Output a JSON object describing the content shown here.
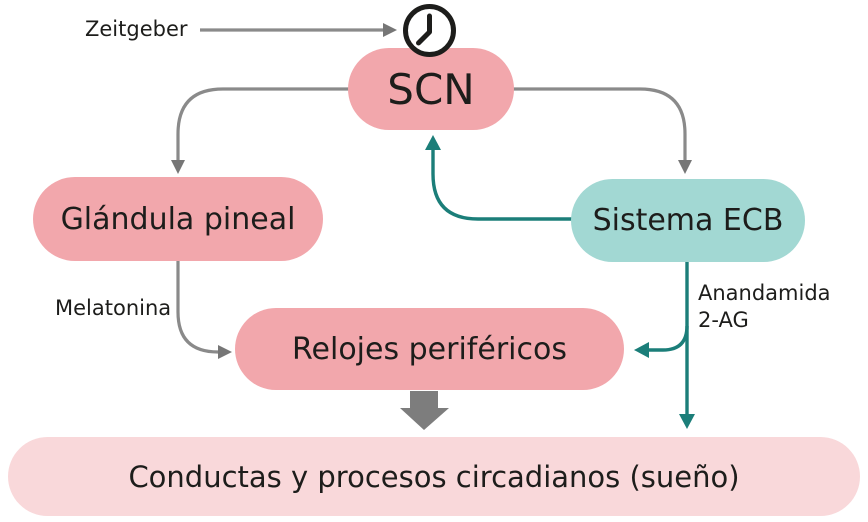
{
  "colors": {
    "pink": "#F2A7AC",
    "pinkLight": "#F9D8DA",
    "teal": "#A2D8D3",
    "tealLine": "#1B7E79",
    "grayLine": "#8A8A8A",
    "blockArrow": "#7D7D7D",
    "text": "#1D1D1B"
  },
  "nodes": {
    "scn": {
      "label": "SCN"
    },
    "glandula": {
      "label": "Glándula pineal"
    },
    "sistema": {
      "label": "Sistema ECB"
    },
    "relojes": {
      "label": "Relojes periféricos"
    },
    "conductas": {
      "label": "Conductas y procesos circadianos (sueño)"
    }
  },
  "labels": {
    "zeitgeber": "Zeitgeber",
    "melatonina": "Melatonina",
    "anandamida_line1": "Anandamida",
    "anandamida_line2": "2-AG"
  },
  "icons": {
    "clock": "clock-icon"
  }
}
